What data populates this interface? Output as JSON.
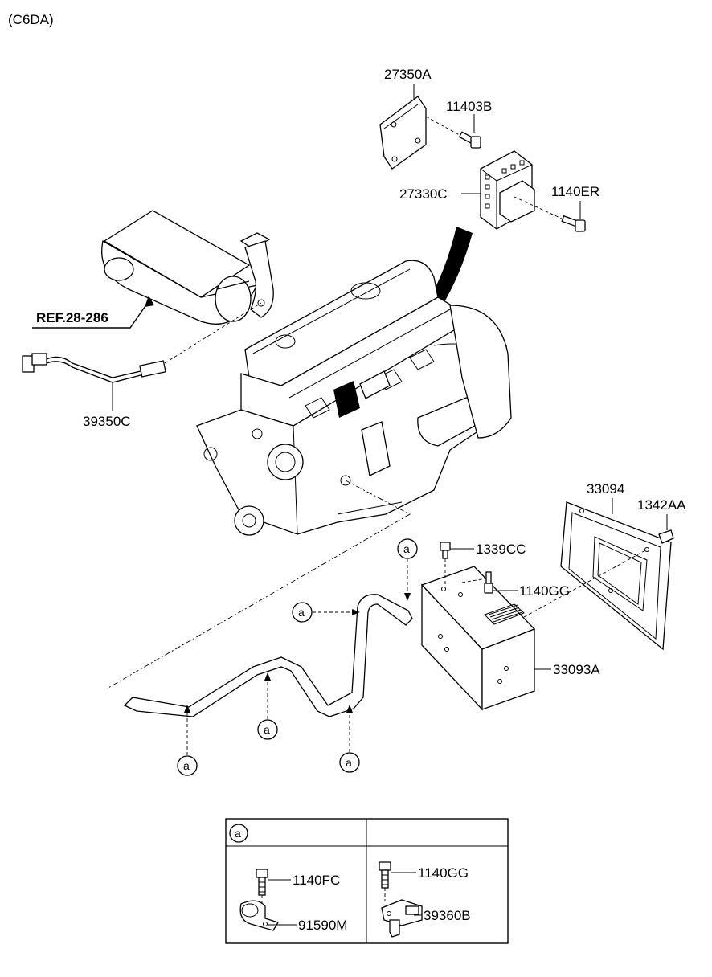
{
  "header": {
    "model_code": "(C6DA)"
  },
  "parts": {
    "p27350A": "27350A",
    "p11403B": "11403B",
    "p27330C": "27330C",
    "p1140ER": "1140ER",
    "ref": "REF.28-286",
    "p39350C": "39350C",
    "p33094": "33094",
    "p1342AA": "1342AA",
    "p1339CC": "1339CC",
    "p1140GG": "1140GG",
    "p33093A": "33093A"
  },
  "callouts": {
    "marker": "a"
  },
  "detail_table": {
    "header_marker": "a",
    "left": {
      "bolt": "1140FC",
      "clamp": "91590M"
    },
    "right": {
      "bolt": "1140GG",
      "sensor": "39360B"
    }
  }
}
